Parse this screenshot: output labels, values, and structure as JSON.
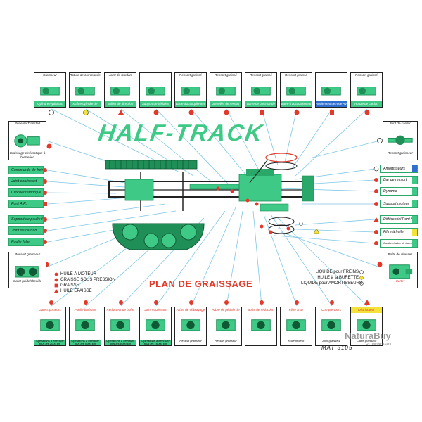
{
  "title": "HALF-TRACK",
  "subtitle": "PLAN DE GRAISSAGE",
  "code": "MAT 3105",
  "watermark": "NaturaBuy",
  "watermark_sub": "OTTIM-INFO.com",
  "top_panels": [
    {
      "label": "Graisseur",
      "foot": "Cylindre Hydrovac"
    },
    {
      "label": "Rotule de commande",
      "foot": "Maître cylindre de frein"
    },
    {
      "label": "Joint de Cardan",
      "foot": "Boîtier de direction"
    },
    {
      "label": "",
      "foot": "Support de pédales"
    },
    {
      "label": "Ressort graissé",
      "foot": "Barre d'accouplement"
    },
    {
      "label": "Ressort graissé",
      "foot": "Jumelles de ressort"
    },
    {
      "label": "Ressort graissé",
      "foot": "Barre de commande"
    },
    {
      "label": "Ressort graissé",
      "foot": "Barre d'accouplement"
    },
    {
      "label": "",
      "foot": "Roulement de roue AV"
    },
    {
      "label": "Ressort graissé",
      "foot": "Rotule de cardan"
    }
  ],
  "left_top_panel": {
    "label": "Boîte de Transfert",
    "foot": "Graissage cinématique à l'entretien"
  },
  "left_tags": [
    "Commande de frein main",
    "Joint coulissant",
    "Crochet remorque",
    "Pont A.R.",
    "Support de poulie folle",
    "Joint de cardan",
    "Poulie folle"
  ],
  "left_bottom_panel": {
    "label": "Ressort graisseur",
    "foot": "Galet guide/chenille"
  },
  "right_top_panel": {
    "label": "Joint de cardan",
    "foot": "Ressort graisseur"
  },
  "right_tags": [
    "Amortisseurs",
    "Bar de ressort",
    "Dynamo",
    "Support moteur",
    "Différentiel Pont AV",
    "Filtre à huile",
    "Cardan d'arbre de transmission du pont AV"
  ],
  "right_bottom_panel": {
    "label": "Boîte de vitesses",
    "foot": "Carter"
  },
  "bottom_panels": [
    {
      "label": "Galets porteurs",
      "foot": "Opérations à effectuer tous les 2000 km"
    },
    {
      "label": "Poulie barbotin",
      "foot": "Opérations à effectuer tous les 5000 km"
    },
    {
      "label": "Réducteur de boîte de transmission",
      "foot": "Opérations à effectuer tous les 8000 km"
    },
    {
      "label": "Joint coulissant",
      "foot": "Opérations à effectuer tous les 16000 km"
    },
    {
      "label": "Arbre de débrayage",
      "foot": "Ressort graisseur"
    },
    {
      "label": "Arbre de pédale de débrayage",
      "foot": "Ressort graisseur"
    },
    {
      "label": "Boîte de réduction",
      "foot": ""
    },
    {
      "label": "Filtre à air",
      "foot": "Huile moteur"
    },
    {
      "label": "Compte-tours",
      "foot": "Joint graisseur"
    },
    {
      "label": "Distributeur",
      "foot": "Cadre graisseur"
    }
  ],
  "legend_left": [
    {
      "symbol": "dot",
      "text": "HUILE À MOTEUR"
    },
    {
      "symbol": "dot",
      "text": "GRAISSE SOUS PRESSION"
    },
    {
      "symbol": "square",
      "text": "GRAISSE"
    },
    {
      "symbol": "triangle",
      "text": "HUILE ÉPAISSE"
    }
  ],
  "legend_right": [
    {
      "symbol": "ring",
      "text": "LIQUIDE pour FREINS"
    },
    {
      "symbol": "dot-y",
      "text": "HUILE à la BURETTE"
    },
    {
      "symbol": "ring",
      "text": "LIQUIDE pour AMORTISSEURS"
    }
  ],
  "colors": {
    "green": "#3ec986",
    "dark_green": "#1f8f57",
    "red": "#e3392b",
    "yellow": "#f3e23a",
    "blue": "#2f6fd0",
    "line": "#7fc7e6"
  }
}
